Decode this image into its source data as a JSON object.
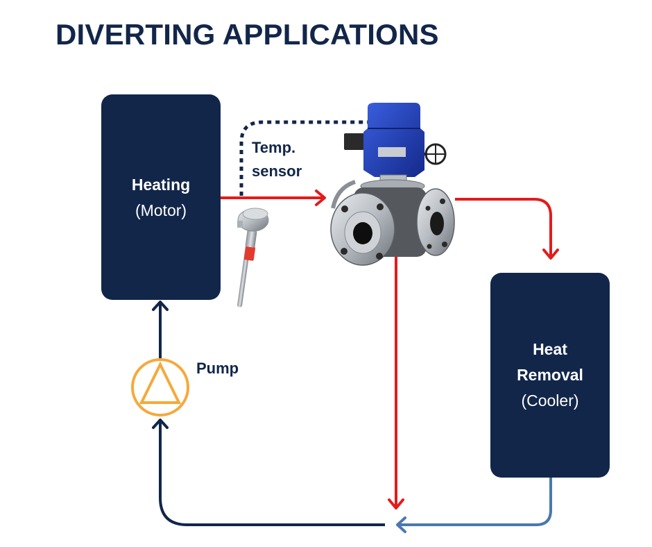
{
  "title": "DIVERTING APPLICATIONS",
  "heating_box": {
    "title": "Heating",
    "subtitle": "(Motor)"
  },
  "cooler_box": {
    "title_line1": "Heat",
    "title_line2": "Removal",
    "subtitle": "(Cooler)"
  },
  "sensor_label": {
    "line1": "Temp.",
    "line2": "sensor"
  },
  "pump_label": "Pump",
  "colors": {
    "navy": "#12264a",
    "hot_red": "#e31b1b",
    "cool_blue": "#4a78b0",
    "pump_orange": "#f5a93a",
    "actuator_blue": "#1f3fb5"
  },
  "flows": [
    {
      "from": "Heating (Motor)",
      "to": "3-way valve",
      "type": "hot"
    },
    {
      "from": "3-way valve",
      "to": "Heat Removal (Cooler)",
      "type": "hot"
    },
    {
      "from": "3-way valve",
      "to": "bypass junction",
      "type": "hot"
    },
    {
      "from": "Heat Removal (Cooler)",
      "to": "junction",
      "type": "cool"
    },
    {
      "from": "junction",
      "to": "Pump",
      "type": "return"
    },
    {
      "from": "Pump",
      "to": "Heating (Motor)",
      "type": "return"
    },
    {
      "from": "Temp. sensor",
      "to": "valve actuator",
      "type": "signal"
    }
  ]
}
